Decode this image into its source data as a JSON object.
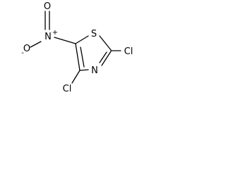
{
  "molecule": {
    "atoms": {
      "sulfur": "S",
      "nitrogen_ring": "N",
      "chlorine_top": "Cl",
      "chlorine_bottom": "Cl",
      "nitro_nitrogen": "N",
      "nitro_nitrogen_charge": "+",
      "nitro_oxygen_top": "O",
      "nitro_oxygen_left": "O",
      "nitro_oxygen_left_charge": "-"
    },
    "colors": {
      "ink": "#000000",
      "background": "#ffffff"
    }
  }
}
